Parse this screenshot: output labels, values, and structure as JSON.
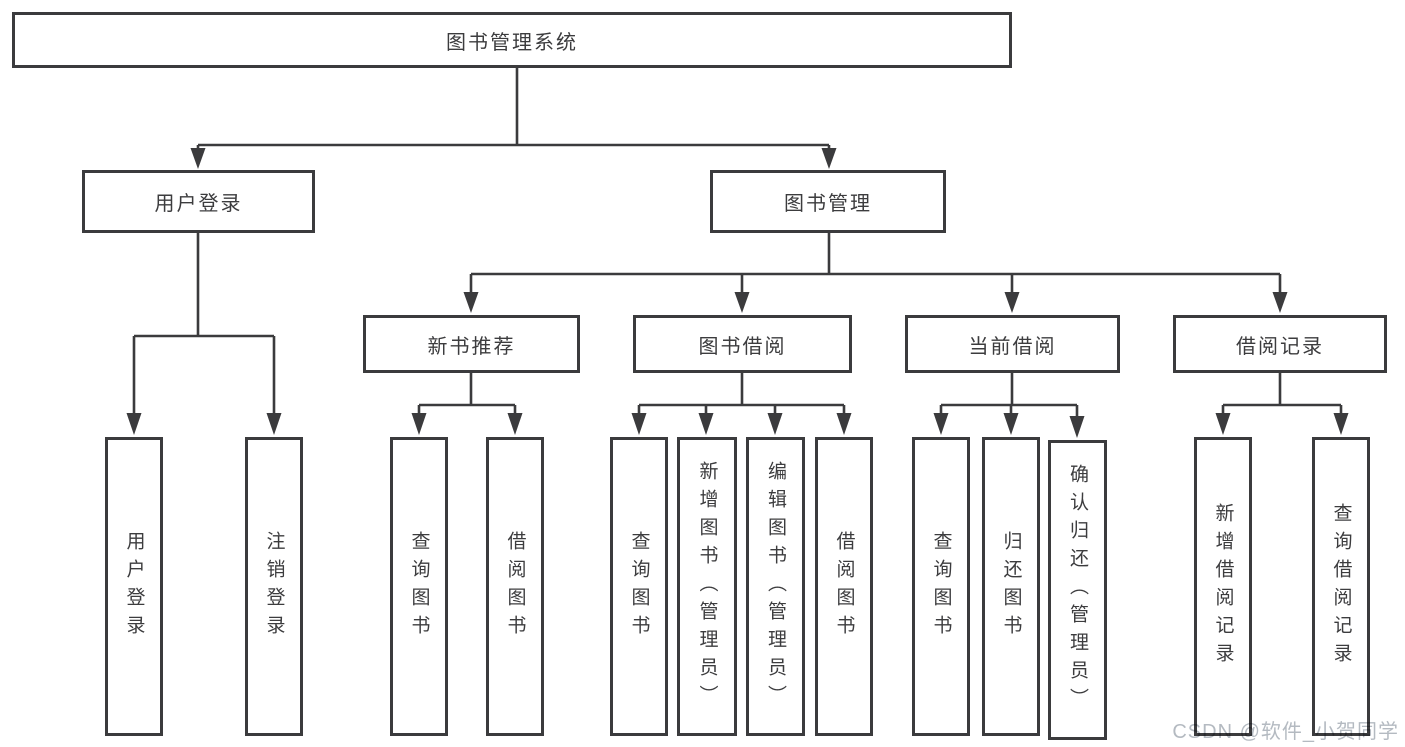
{
  "tree": {
    "root": "图书管理系统",
    "branches": [
      {
        "label": "用户登录",
        "leaves": [
          "用户登录",
          "注销登录"
        ]
      },
      {
        "label": "图书管理",
        "groups": [
          {
            "label": "新书推荐",
            "leaves": [
              "查询图书",
              "借阅图书"
            ]
          },
          {
            "label": "图书借阅",
            "leaves": [
              "查询图书",
              "新增图书（管理员）",
              "编辑图书（管理员）",
              "借阅图书"
            ]
          },
          {
            "label": "当前借阅",
            "leaves": [
              "查询图书",
              "归还图书",
              "确认归还（管理员）"
            ]
          },
          {
            "label": "借阅记录",
            "leaves": [
              "新增借阅记录",
              "查询借阅记录"
            ]
          }
        ]
      }
    ]
  },
  "watermark": {
    "text": "CSDN @软件_小贺同学"
  },
  "colors": {
    "line": "#3b3b3d",
    "text": "#3c3c3e",
    "box_background": "#ffffff",
    "page_background": "#ffffff",
    "watermark": "#b4bac1"
  }
}
